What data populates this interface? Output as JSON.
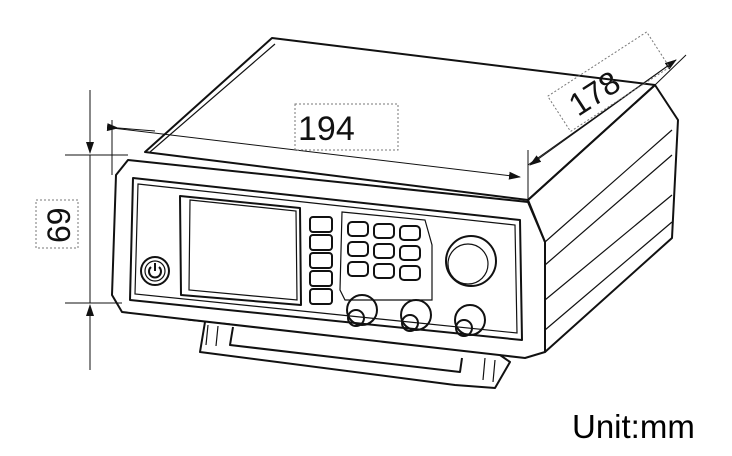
{
  "dimensions": {
    "width": "194",
    "depth": "178",
    "height": "69"
  },
  "unit_label": "Unit:mm",
  "colors": {
    "line": "#111111",
    "background": "#ffffff"
  }
}
